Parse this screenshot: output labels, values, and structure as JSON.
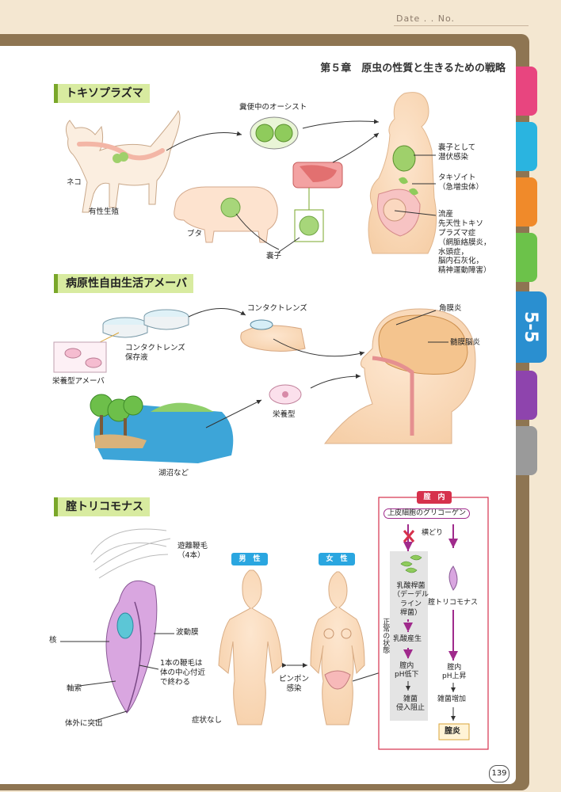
{
  "header": {
    "date_no": "Date . . No."
  },
  "chapter_title": "第５章　原虫の性質と生きるための戦略",
  "side_tab": "5-5",
  "page_number": "139",
  "sections": {
    "toxo": {
      "heading": "トキソプラズマ",
      "labels": {
        "oocyst": "糞便中のオーシスト",
        "cat": "ネコ",
        "sexual": "有性生殖",
        "pig": "ブタ",
        "cyst": "嚢子",
        "latent": "嚢子として\n潜伏感染",
        "tachy": "タキゾイト\n（急増虫体）",
        "outcome": "流産\n先天性トキソ\nプラズマ症\n（網脈絡膜炎，\n水頭症，\n脳内石灰化，\n精神運動障害）"
      }
    },
    "amoeba": {
      "heading": "病原性自由生活アメーバ",
      "labels": {
        "contact": "コンタクトレンズ",
        "solution": "コンタクトレンズ\n保存液",
        "troph_dish": "栄養型アメーバ",
        "keratitis": "角膜炎",
        "meningo": "髄膜脳炎",
        "troph": "栄養型",
        "lake": "湖沼など"
      }
    },
    "tricho": {
      "heading": "腟トリコモナス",
      "labels": {
        "flagella": "遊離鞭毛\n（4本）",
        "membrane": "波動膜",
        "nucleus": "核",
        "one_flag": "1本の鞭毛は\n体の中心付近\nで終わる",
        "axostyle": "軸索",
        "protrude": "体外に突出",
        "male": "男　性",
        "female": "女　性",
        "pingpong": "ピンポン\n感染",
        "nosymptom": "症状なし"
      },
      "vagina_box": {
        "title": "腟　内",
        "glycogen": "上皮細胞のグリコーゲン",
        "scramble": "横どり",
        "normal": "正常の状態",
        "lactobacillus": "乳酸桿菌\n（デーデル\nライン\n桿菌）",
        "lactic": "乳酸産生",
        "ph_low": "腟内\npH低下",
        "block": "雑菌\n侵入阻止",
        "trichomonas": "腟トリコモナス",
        "ph_high": "腟内\npH上昇",
        "increase": "雑菌増加",
        "vaginitis": "腟炎"
      }
    }
  },
  "colors": {
    "tab_pink": "#e8457f",
    "tab_cyan": "#2ab4e0",
    "tab_orange": "#f08a2a",
    "tab_green": "#6cc24a",
    "tab_blue": "#2a8fd0",
    "tab_purple": "#8e44ad",
    "tab_gray": "#9a9a9a",
    "heading_bg": "#d8eba0",
    "vagina_red": "#d6314c",
    "purple_arrow": "#a02a8c"
  }
}
